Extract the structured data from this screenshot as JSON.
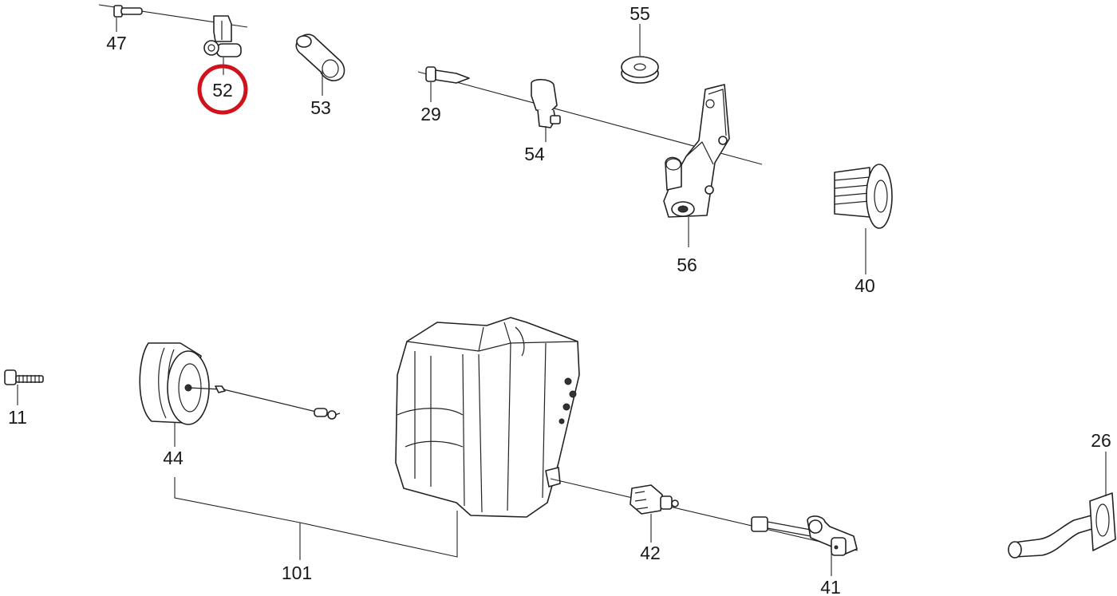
{
  "labels": {
    "p47": "47",
    "p52": "52",
    "p53": "53",
    "p55": "55",
    "p29": "29",
    "p54": "54",
    "p56": "56",
    "p40": "40",
    "p11": "11",
    "p44": "44",
    "p101": "101",
    "p42": "42",
    "p41": "41",
    "p26": "26"
  },
  "highlight": {
    "part": "52",
    "color": "#d0121b"
  }
}
